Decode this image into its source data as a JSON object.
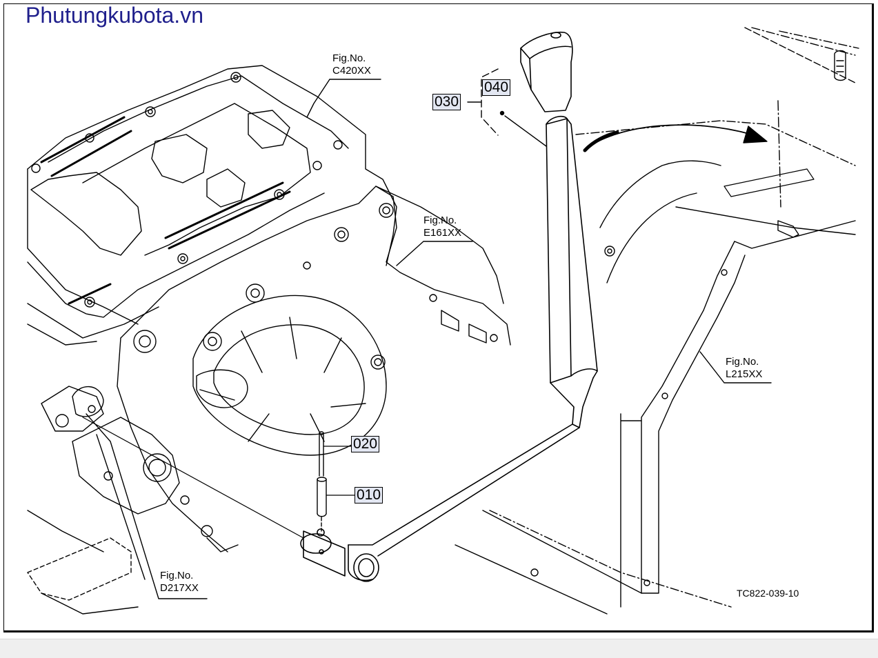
{
  "watermark": "Phutungkubota.vn",
  "references": [
    {
      "label": "Fig.No.",
      "code": "C420XX"
    },
    {
      "label": "Fig.No.",
      "code": "E161XX"
    },
    {
      "label": "Fig.No.",
      "code": "L215XX"
    },
    {
      "label": "Fig.No.",
      "code": "D217XX"
    }
  ],
  "callouts": [
    "040",
    "030",
    "020",
    "010"
  ],
  "drawing_number": "TC822-039-10"
}
